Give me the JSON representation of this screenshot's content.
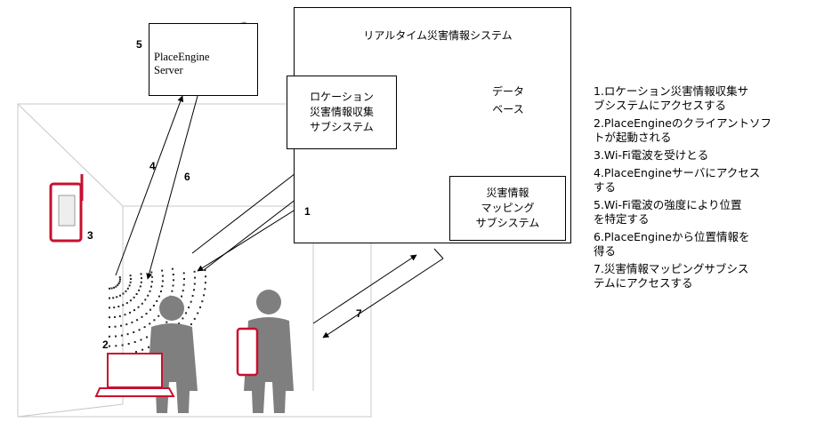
{
  "system": {
    "title": "リアルタイム災害情報システム",
    "collection": "ロケーション\n災害情報収集\nサブシステム",
    "database": "データ\nベース",
    "mapping": "災害情報\nマッピング\nサブシステム"
  },
  "server": {
    "label": "PlaceEngine\nServer"
  },
  "steps": [
    "1",
    "2",
    "3",
    "4",
    "5",
    "6",
    "7"
  ],
  "legend": [
    "1.ロケーション災害情報収集サ\nブシステムにアクセスする",
    "2.PlaceEngineのクライアントソフ\nトが起動される",
    "3.Wi-Fi電波を受けとる",
    "4.PlaceEngineサーバにアクセス\nする",
    "5.Wi-Fi電波の強度により位置\nを特定する",
    "6.PlaceEngineから位置情報を\n得る",
    "7.災害情報マッピングサブシス\nテムにアクセスする"
  ],
  "colors": {
    "chevron": "#2e9fc9",
    "router": "#c8102e",
    "person": "#7f7f7f"
  }
}
